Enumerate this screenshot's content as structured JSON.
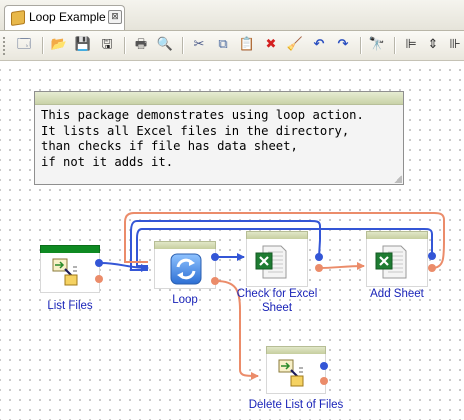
{
  "tab": {
    "title": "Loop Example",
    "close_glyph": "⊠"
  },
  "toolbar": {
    "buttons": [
      {
        "name": "properties-icon",
        "glyph": "🗔"
      },
      {
        "name": "open-icon",
        "glyph": "📂"
      },
      {
        "name": "save-icon",
        "glyph": "💾"
      },
      {
        "name": "save-all-icon",
        "glyph": "🖫"
      },
      {
        "name": "print-icon",
        "glyph": "🖶"
      },
      {
        "name": "print-preview-icon",
        "glyph": "🔍"
      },
      {
        "name": "cut-icon",
        "glyph": "✂"
      },
      {
        "name": "copy-icon",
        "glyph": "⧉"
      },
      {
        "name": "paste-icon",
        "glyph": "📋"
      },
      {
        "name": "delete-icon",
        "glyph": "✖"
      },
      {
        "name": "clear-icon",
        "glyph": "🧹"
      },
      {
        "name": "undo-icon",
        "glyph": "↶"
      },
      {
        "name": "redo-icon",
        "glyph": "↷"
      },
      {
        "name": "find-icon",
        "glyph": "🔭"
      },
      {
        "name": "align-left-icon",
        "glyph": "⊫"
      },
      {
        "name": "align-center-icon",
        "glyph": "⇕"
      },
      {
        "name": "align-right-icon",
        "glyph": "⊪"
      }
    ]
  },
  "note": {
    "text": "This package demonstrates using loop action.\nIt lists all Excel files in the directory,\nthan checks if file has data sheet,\nif not it adds it."
  },
  "nodes": {
    "list_files": {
      "label": "List Files",
      "icon": "list-files-icon",
      "status_color": "#0e8a22"
    },
    "loop": {
      "label": "Loop",
      "icon": "loop-icon"
    },
    "check_excel": {
      "label": "Check for Excel\nSheet",
      "icon": "excel-file-icon"
    },
    "add_sheet": {
      "label": "Add Sheet",
      "icon": "excel-file-icon"
    },
    "delete_list": {
      "label": "Delete List of Files",
      "icon": "list-files-icon"
    }
  },
  "colors": {
    "link_blue": "#3456d6",
    "link_orange": "#eb8c6a",
    "label_blue": "#1a24b8"
  }
}
